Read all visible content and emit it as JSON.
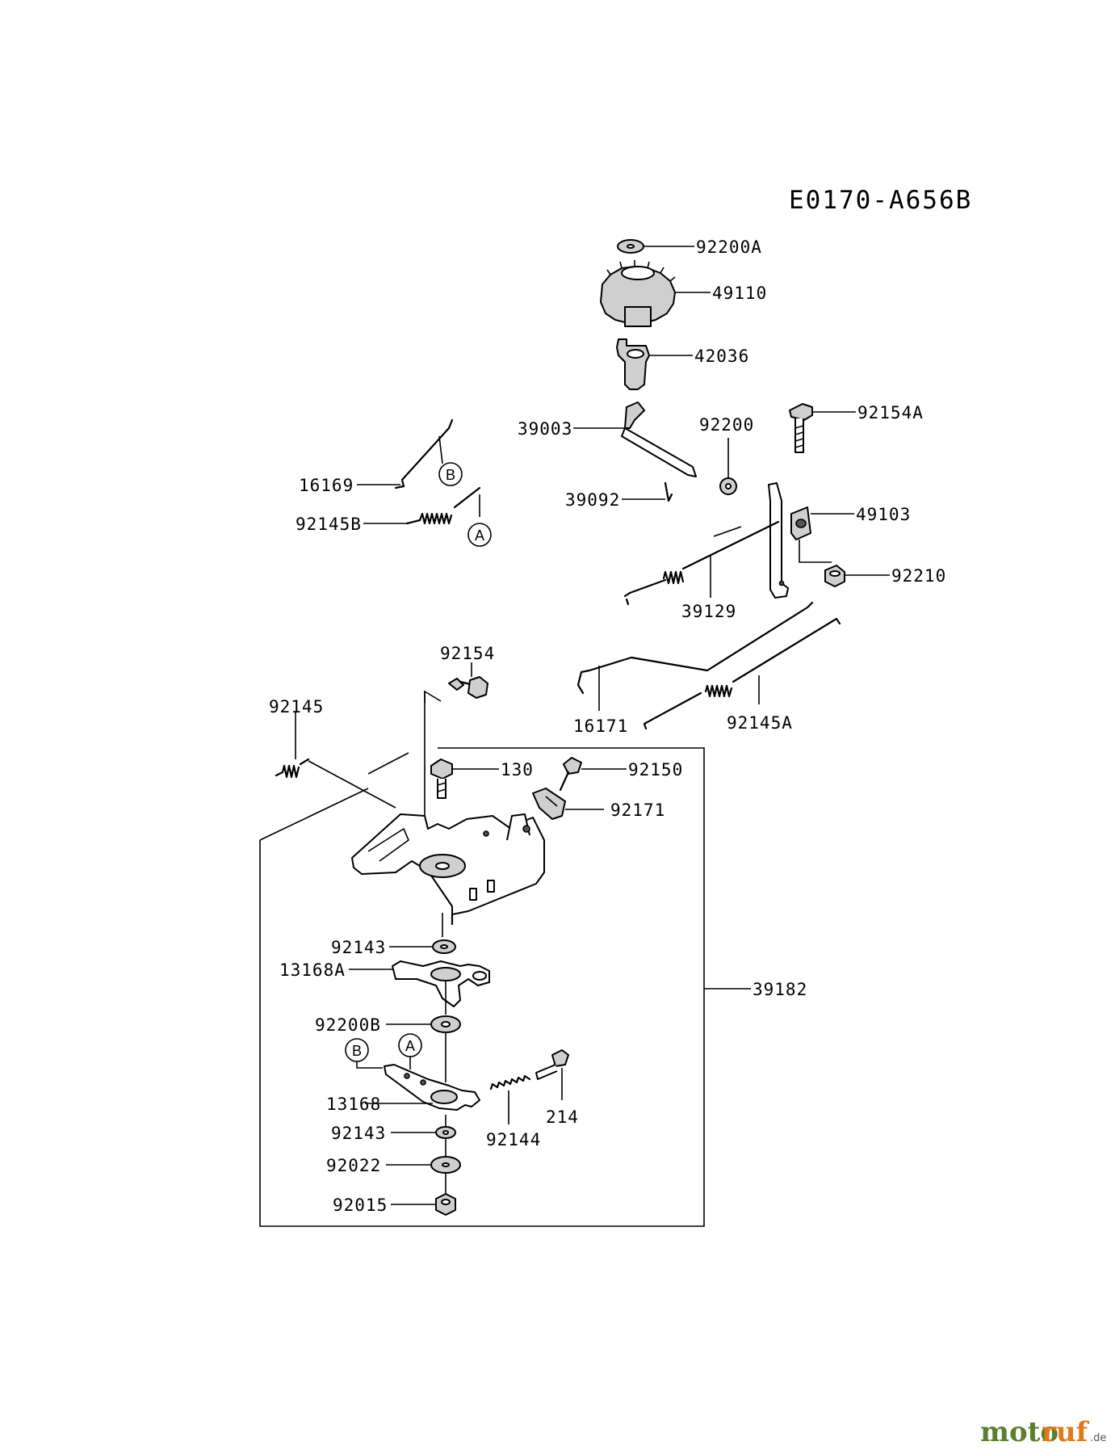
{
  "diagram_code": "E0170-A656B",
  "watermark": {
    "part1": "moto",
    "part2": "ruf",
    "suffix": ".de"
  },
  "callouts": {
    "A": "A",
    "B": "B"
  },
  "parts": {
    "p92200A": "92200A",
    "p49110": "49110",
    "p42036": "42036",
    "p92154A": "92154A",
    "p39003": "39003",
    "p92200": "92200",
    "p16169": "16169",
    "p92145B": "92145B",
    "p39092": "39092",
    "p49103": "49103",
    "p92210": "92210",
    "p39129": "39129",
    "p92154": "92154",
    "p92145": "92145",
    "p16171": "16171",
    "p92145A": "92145A",
    "p130": "130",
    "p92150": "92150",
    "p92171": "92171",
    "p92143a": "92143",
    "p13168A": "13168A",
    "p39182": "39182",
    "p92200B": "92200B",
    "p13168": "13168",
    "p92143b": "92143",
    "p92144": "92144",
    "p214": "214",
    "p92022": "92022",
    "p92015": "92015"
  }
}
